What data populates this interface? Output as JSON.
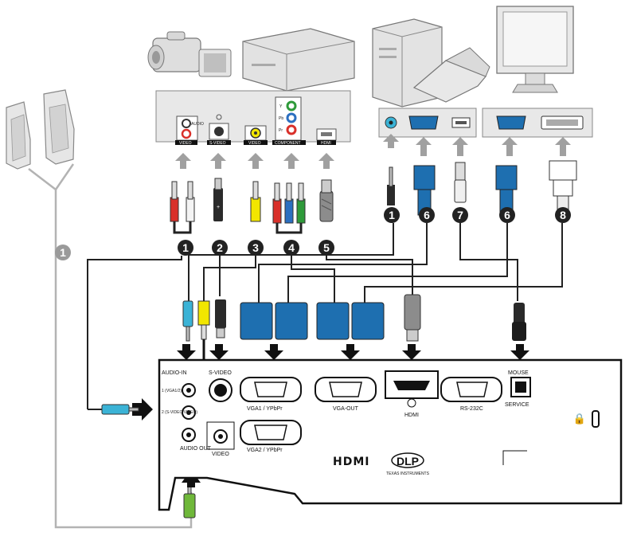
{
  "source_panel": {
    "audio_label": "AUDIO",
    "video_label": "VIDEO",
    "svideo_label": "S-VIDEO",
    "video2_label": "VIDEO",
    "component_label": "COMPONENT",
    "component_y": "Y",
    "component_pb": "Pb",
    "component_pr": "Pr",
    "hdmi_label": "HDMI"
  },
  "projector": {
    "audio_in": "AUDIO-IN",
    "audio_in_1": "1 (VGA1/2)",
    "audio_in_2": "2 (S-VIDEO/VIDEO)",
    "audio_out": "AUDIO OUT",
    "svideo": "S-VIDEO",
    "video": "VIDEO",
    "vga1": "VGA1 / YPbPr",
    "vga2": "VGA2 / YPbPr",
    "vga_out": "VGA-OUT",
    "hdmi": "HDMI",
    "rs232c": "RS-232C",
    "mouse": "MOUSE",
    "service": "SERVICE",
    "hdmi_logo": "HDMI",
    "dlp_logo": "DLP",
    "dlp_sub": "TEXAS INSTRUMENTS"
  },
  "badges": [
    "1",
    "2",
    "3",
    "4",
    "5",
    "1",
    "6",
    "7",
    "6",
    "8",
    "1"
  ],
  "colors": {
    "vga_blue": "#1e6fb0",
    "badge_black": "#222222",
    "badge_grey": "#9a9a9a",
    "arrow_grey": "#a0a0a0",
    "cable_yellow": "#f2e600",
    "cable_red": "#d9302a",
    "cable_green": "#2e9a3a",
    "cable_blue": "#2b6fc0",
    "audio_cyan": "#3bb3d6"
  }
}
